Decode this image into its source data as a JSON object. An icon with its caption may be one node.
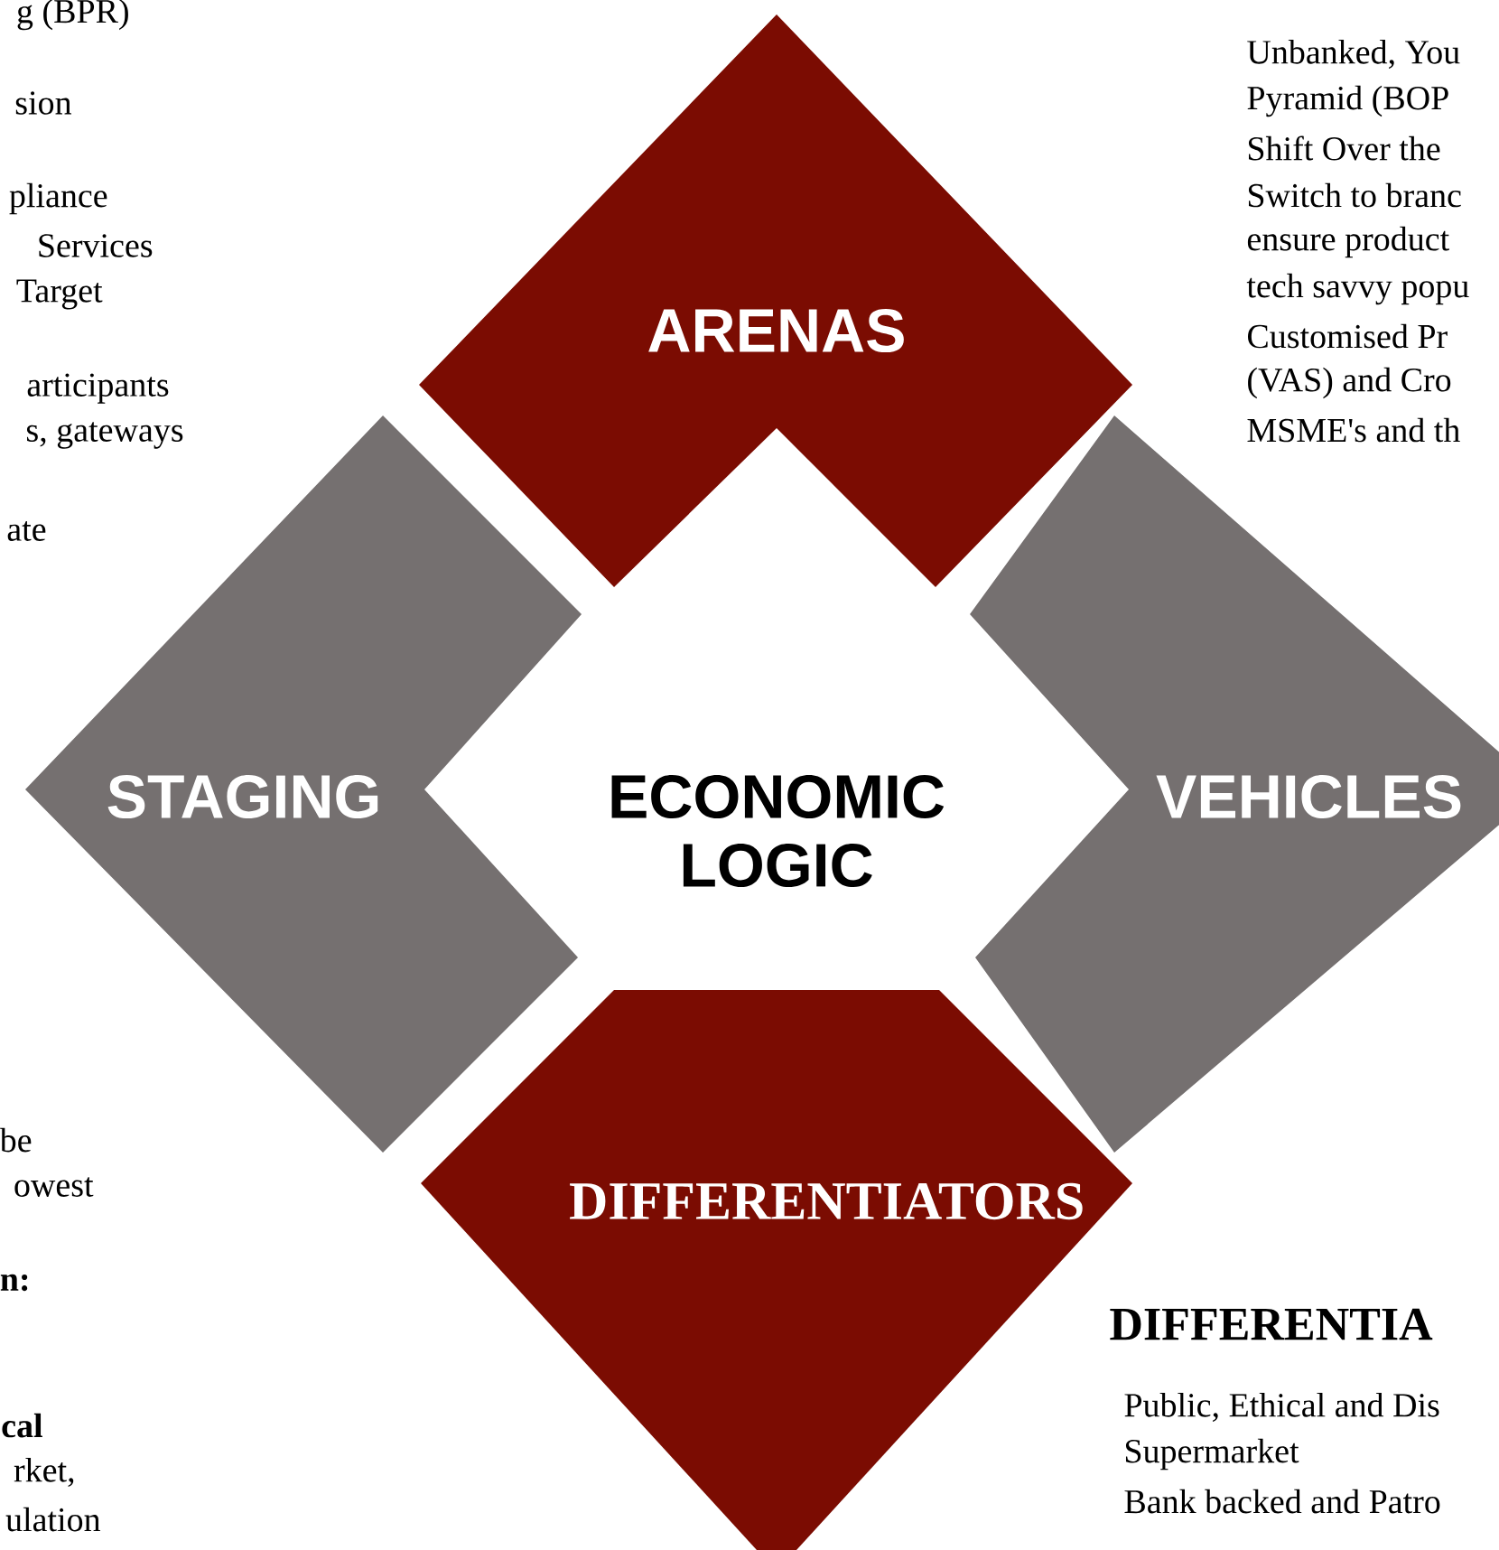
{
  "diagram": {
    "nodes": [
      {
        "text": [
          "ARENAS"
        ]
      },
      {
        "text": [
          "STAGING"
        ]
      },
      {
        "text": [
          "ECONOMIC LOGIC"
        ]
      },
      {
        "text": [
          "VEHICLES"
        ]
      },
      {
        "text": [
          "DIFFERENTIATORS"
        ]
      }
    ],
    "labels": [
      "g (BPR)",
      "sion",
      "pliance",
      "Services",
      "Target",
      "articipants",
      "s, gateways",
      "ate",
      "Unbanked, You",
      "Pyramid (BOP",
      "Shift Over the",
      "Switch to branc",
      "ensure  product",
      "tech savvy popu",
      "Customised Pr",
      "(VAS) and Cro",
      "MSME's and th",
      "be",
      "owest",
      "n:",
      "cal",
      "rket,",
      "ulation",
      "DIFFERENTIA",
      "Public, Ethical and Dis",
      "Supermarket",
      "Bank backed and Patro"
    ]
  }
}
